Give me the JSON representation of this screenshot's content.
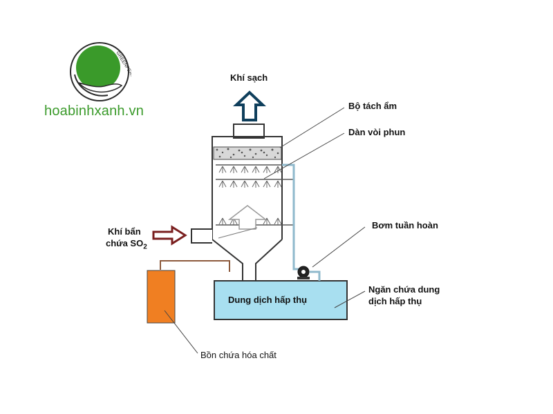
{
  "brand": {
    "site": "hoabinhxanh.vn",
    "logo_text": "GREENPEACE",
    "green": "#3a9a2a"
  },
  "labels": {
    "clean_gas": "Khí sạch",
    "demister": "Bộ tách ẩm",
    "spray_nozzles": "Dàn vòi phun",
    "pump": "Bơm tuần hoàn",
    "dirty_gas_line1": "Khí bẩn",
    "dirty_gas_line2_prefix": "chứa SO",
    "dirty_gas_subscript": "2",
    "solution": "Dung dịch hấp thụ",
    "tank_line1": "Ngăn chứa dung",
    "tank_line2": "dịch hấp thụ",
    "chem_tank": "Bồn chứa hóa chất"
  },
  "colors": {
    "outline": "#333333",
    "tank_fill": "#a8dff0",
    "chem_fill": "#f07f22",
    "arrow_in": "#7a1f1f",
    "arrow_out": "#0f3f5c",
    "pipe": "#8fb9cc",
    "chem_pipe": "#8c5a3c"
  }
}
